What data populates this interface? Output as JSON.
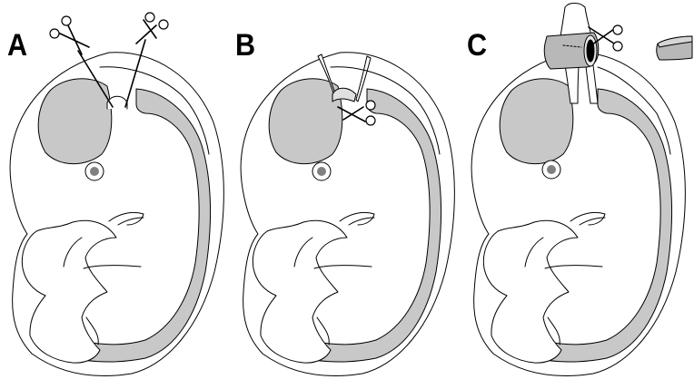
{
  "figure": {
    "panels": [
      {
        "letter": "A",
        "step": "cut"
      },
      {
        "letter": "B",
        "step": "cut"
      },
      {
        "letter": "C",
        "step": "removal"
      }
    ]
  },
  "colors": {
    "tissue_gray": "#c8c8c8",
    "outline": "#000000",
    "background": "#ffffff",
    "eye": "#808080"
  },
  "icons": {
    "scissors": "scissors-icon"
  }
}
